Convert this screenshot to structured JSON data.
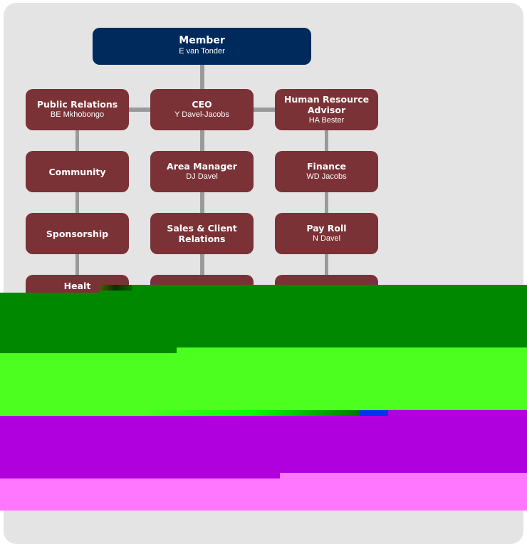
{
  "top": {
    "title": "Member",
    "name": "E van Tonder"
  },
  "columns": [
    [
      {
        "title": "Public Relations",
        "name": "BE Mkhobongo"
      },
      {
        "title": "Community",
        "name": ""
      },
      {
        "title": "Sponsorship",
        "name": ""
      },
      {
        "title": "Healt",
        "name": ""
      }
    ],
    [
      {
        "title": "CEO",
        "name": "Y Davel-Jacobs"
      },
      {
        "title": "Area Manager",
        "name": "DJ Davel"
      },
      {
        "title": "Sales & Client Relations",
        "name": ""
      },
      {
        "title": "",
        "name": ""
      }
    ],
    [
      {
        "title": "Human Resource Advisor",
        "name": "HA Bester"
      },
      {
        "title": "Finance",
        "name": "WD Jacobs"
      },
      {
        "title": "Pay Roll",
        "name": "N Davel"
      },
      {
        "title": "",
        "name": ""
      }
    ]
  ],
  "colors": {
    "top": "#002a5c",
    "box": "#7b3236",
    "panel": "#e4e4e4",
    "connector": "#9a9a9a"
  }
}
